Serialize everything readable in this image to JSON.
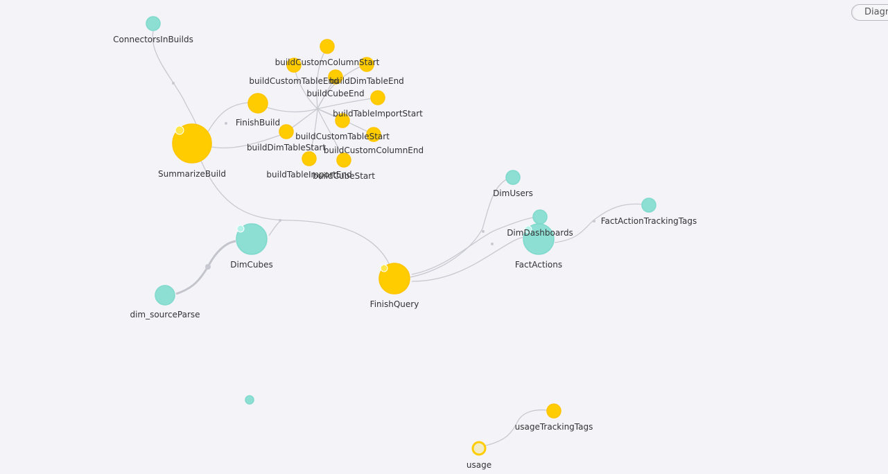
{
  "toolbar": {
    "diagram_button_label": "Diagr"
  },
  "colors": {
    "background": "#f3f3f8",
    "fact_table": "#ffcc00",
    "dim_table": "#8ddfd3",
    "edge": "#c8c8d0"
  },
  "nodes": {
    "connectors_in_builds": "ConnectorsInBuilds",
    "build_custom_column_start": "buildCustomColumnStart",
    "build_custom_table_end": "buildCustomTableEnd",
    "build_dim_table_end": "buildDimTableEnd",
    "build_cube_end": "buildCubeEnd",
    "finish_build": "FinishBuild",
    "build_table_import_start": "buildTableImportStart",
    "build_custom_table_start": "buildCustomTableStart",
    "build_dim_table_start": "buildDimTableStart",
    "build_custom_column_end": "buildCustomColumnEnd",
    "summarize_build": "SummarizeBuild",
    "build_table_import_end": "buildTableImportEnd",
    "build_cube_start": "buildCubeStart",
    "dim_users": "DimUsers",
    "dim_dashboards": "DimDashboards",
    "fact_action_tracking_tags": "FactActionTrackingTags",
    "fact_actions": "FactActions",
    "dim_cubes": "DimCubes",
    "finish_query": "FinishQuery",
    "dim_source_parse": "dim_sourceParse",
    "usage_tracking_tags": "usageTrackingTags",
    "usage": "usage"
  }
}
